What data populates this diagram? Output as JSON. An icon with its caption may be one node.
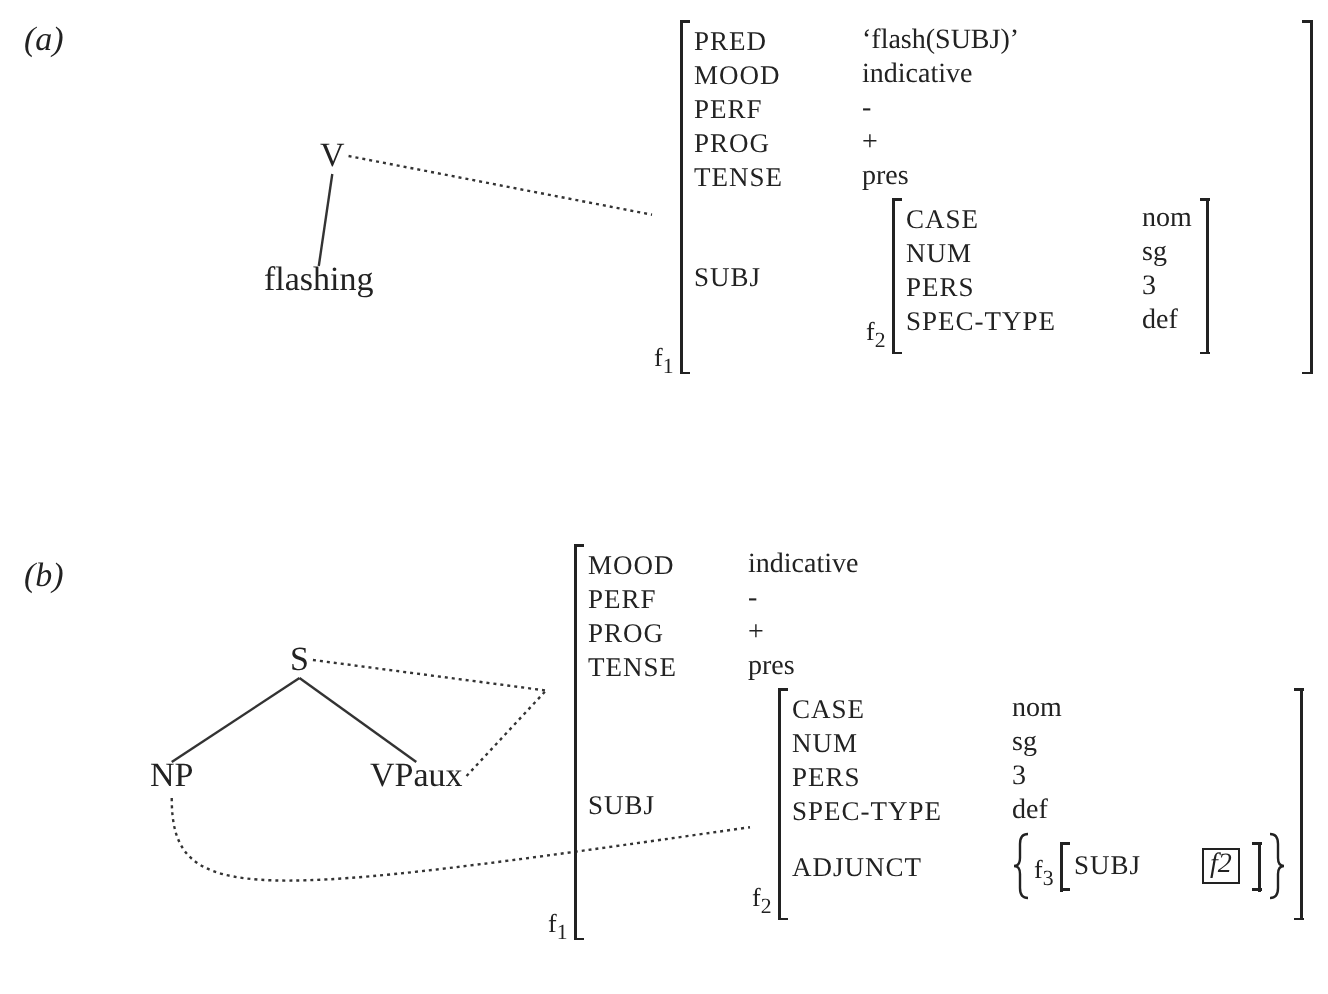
{
  "diagram": {
    "nodes": [
      {
        "text": [
          "V"
        ]
      },
      {
        "text": [
          "flashing"
        ]
      },
      {
        "text": [
          "f$_{1}$"
        ]
      },
      {
        "text": [
          "PRED",
          "‘flash(SUBJ)’"
        ],
        "in": 2
      },
      {
        "text": [
          "MOOD",
          "indicative"
        ],
        "in": 2
      },
      {
        "text": [
          "PERF",
          "-"
        ],
        "in": 2
      },
      {
        "text": [
          "PROG",
          "+"
        ],
        "in": 2
      },
      {
        "text": [
          "TENSE",
          "pres"
        ],
        "in": 2
      },
      {
        "text": [
          "SUBJ"
        ],
        "in": 2
      },
      {
        "text": [
          "f$_{2}$"
        ],
        "in": 8
      },
      {
        "text": [
          "CASE",
          "nom"
        ],
        "in": 9
      },
      {
        "text": [
          "NUM",
          "sg"
        ],
        "in": 9
      },
      {
        "text": [
          "PERS",
          "3"
        ],
        "in": 9
      },
      {
        "text": [
          "SPEC-TYPE",
          "def"
        ],
        "in": 9
      },
      {
        "text": [
          "S"
        ]
      },
      {
        "text": [
          "NP"
        ]
      },
      {
        "text": [
          "VPaux"
        ]
      },
      {
        "text": [
          "f$_{1}$"
        ]
      },
      {
        "text": [
          "MOOD",
          "indicative"
        ],
        "in": 17
      },
      {
        "text": [
          "PERF",
          "-"
        ],
        "in": 17
      },
      {
        "text": [
          "PROG",
          "+"
        ],
        "in": 17
      },
      {
        "text": [
          "TENSE",
          "pres"
        ],
        "in": 17
      },
      {
        "text": [
          "SUBJ"
        ],
        "in": 17
      },
      {
        "text": [
          "f$_{2}$"
        ],
        "in": 22
      },
      {
        "text": [
          "CASE",
          "nom"
        ],
        "in": 23
      },
      {
        "text": [
          "NUM",
          "sg"
        ],
        "in": 23
      },
      {
        "text": [
          "PERS",
          "3"
        ],
        "in": 23
      },
      {
        "text": [
          "SPEC-TYPE",
          "def"
        ],
        "in": 23
      },
      {
        "text": [
          "ADJUNCT"
        ],
        "in": 23
      },
      {
        "text": [
          "f$_{3}$"
        ],
        "in": 28
      },
      {
        "text": [
          "SUBJ"
        ],
        "in": 29
      },
      {
        "text": [
          "f2"
        ],
        "in": 30
      }
    ],
    "edges": [
      {
        "from": 0,
        "to": 1,
        "arrow": "none"
      },
      {
        "from": 0,
        "to": 2,
        "arrow": "none",
        "style": "dashed"
      },
      {
        "from": 14,
        "to": 15,
        "arrow": "none"
      },
      {
        "from": 14,
        "to": 16,
        "arrow": "none"
      },
      {
        "from": 14,
        "to": 17,
        "arrow": "none",
        "style": "dashed"
      },
      {
        "from": 16,
        "to": 17,
        "arrow": "none",
        "style": "dashed"
      },
      {
        "from": 15,
        "to": 23,
        "arrow": "none",
        "style": "dashed"
      }
    ],
    "labels": [
      "(a)",
      "(b)"
    ]
  }
}
